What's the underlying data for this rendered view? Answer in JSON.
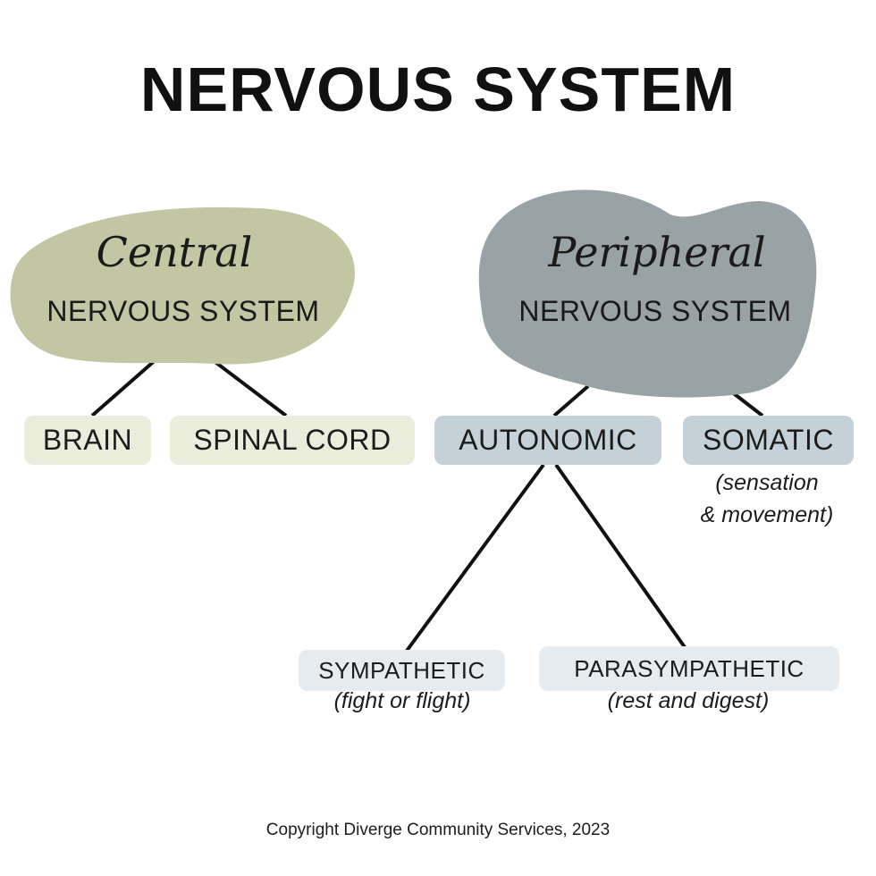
{
  "title": "NERVOUS SYSTEM",
  "colors": {
    "central": "#c3c6a3",
    "peripheral": "#99a3a6",
    "central_pill": "#ebeddc",
    "autonomic_pill": "#c5d1d9",
    "sub_pill": "#e5ebef",
    "connector": "#111111"
  },
  "central": {
    "script": "Central",
    "label": "NERVOUS SYSTEM",
    "children": [
      "BRAIN",
      "SPINAL CORD"
    ]
  },
  "peripheral": {
    "script": "Peripheral",
    "label": "NERVOUS SYSTEM",
    "autonomic": "AUTONOMIC",
    "somatic": "SOMATIC",
    "somatic_note_1": "(sensation",
    "somatic_note_2": "& movement)"
  },
  "autonomic_branches": {
    "sympathetic": "SYMPATHETIC",
    "sympathetic_note": "(fight or flight)",
    "parasympathetic": "PARASYMPATHETIC",
    "parasympathetic_note": "(rest and digest)"
  },
  "footer": "Copyright Diverge Community Services, 2023"
}
